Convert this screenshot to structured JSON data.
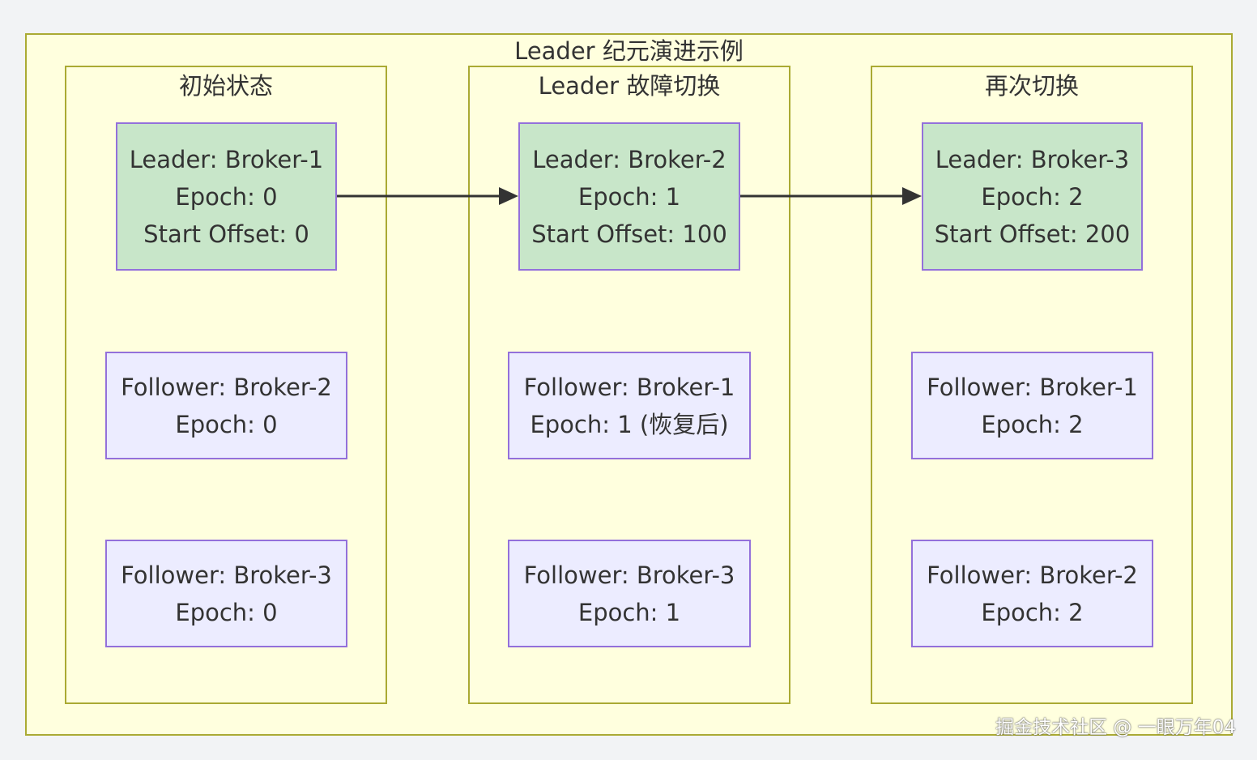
{
  "diagram": {
    "title": "Leader 纪元演进示例",
    "stages": [
      {
        "title": "初始状态",
        "leader": [
          "Leader: Broker-1",
          "Epoch: 0",
          "Start Offset: 0"
        ],
        "followers": [
          [
            "Follower: Broker-2",
            "Epoch: 0"
          ],
          [
            "Follower: Broker-3",
            "Epoch: 0"
          ]
        ]
      },
      {
        "title": "Leader 故障切换",
        "leader": [
          "Leader: Broker-2",
          "Epoch: 1",
          "Start Offset: 100"
        ],
        "followers": [
          [
            "Follower: Broker-1",
            "Epoch: 1 (恢复后)"
          ],
          [
            "Follower: Broker-3",
            "Epoch: 1"
          ]
        ]
      },
      {
        "title": "再次切换",
        "leader": [
          "Leader: Broker-3",
          "Epoch: 2",
          "Start Offset: 200"
        ],
        "followers": [
          [
            "Follower: Broker-1",
            "Epoch: 2"
          ],
          [
            "Follower: Broker-2",
            "Epoch: 2"
          ]
        ]
      }
    ]
  },
  "colors": {
    "cluster_fill": "#ffffde",
    "cluster_border": "#aaaa33",
    "leader_fill": "#c8e6c9",
    "follower_fill": "#ececff",
    "node_border": "#9370db",
    "edge": "#333333"
  },
  "watermark": "掘金技术社区 @ 一眼万年04"
}
